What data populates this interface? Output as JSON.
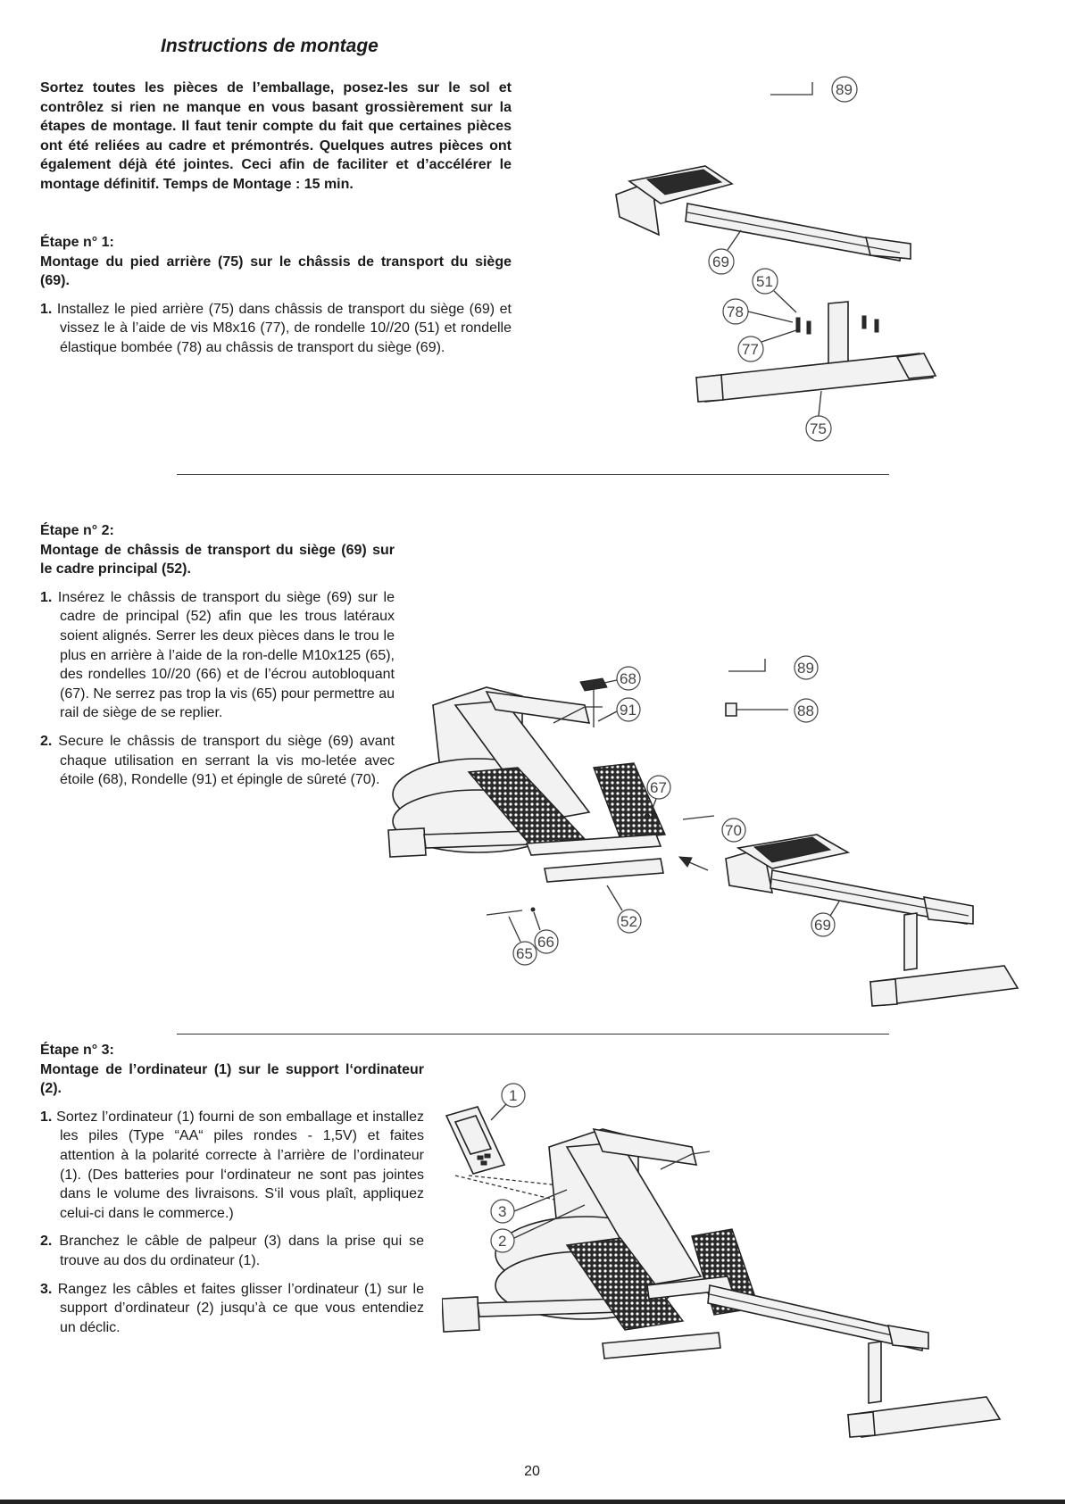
{
  "page": {
    "title": "Instructions de montage",
    "intro": "Sortez toutes les pièces de l’emballage, posez-les sur le sol et contrôlez si rien ne manque en vous basant grossièrement sur la étapes de montage. Il faut tenir compte du fait que certaines pièces ont été reliées au cadre et prémontrés. Quelques autres pièces ont également déjà été jointes. Ceci afin de faciliter et d’accélérer le montage définitif. Temps de Montage : 15 min.",
    "page_number": "20"
  },
  "steps": [
    {
      "title": "Étape n° 1:",
      "subtitle": "Montage du pied arrière (75) sur le châssis de transport du siège (69).",
      "items": [
        {
          "num": "1.",
          "text": "Installez le pied arrière (75) dans châssis de transport du siège (69) et vissez le à l’aide de vis M8x16 (77), de rondelle 10//20 (51) et rondelle élastique bombée (78) au châssis de transport du siège (69)."
        }
      ],
      "callouts": [
        "89",
        "69",
        "51",
        "78",
        "77",
        "75"
      ]
    },
    {
      "title": "Étape n° 2:",
      "subtitle": "Montage de châssis de transport du siège (69) sur le cadre principal (52).",
      "items": [
        {
          "num": "1.",
          "text": "Insérez le châssis de transport du siège (69) sur le cadre de principal (52) afin que les trous latéraux soient alignés. Serrer les deux pièces dans le trou le plus en arrière à l’aide de la ron-delle M10x125 (65), des rondelles 10//20 (66) et de l’écrou autobloquant (67). Ne serrez pas trop la vis (65) pour permettre au rail de siège de se replier."
        },
        {
          "num": "2.",
          "text": "Secure le châssis de transport du siège (69) avant chaque utilisation en serrant la vis mo-letée avec étoile (68), Rondelle (91) et épingle de sûreté (70)."
        }
      ],
      "callouts": [
        "68",
        "91",
        "89",
        "88",
        "67",
        "70",
        "52",
        "69",
        "65",
        "66"
      ]
    },
    {
      "title": "Étape n° 3:",
      "subtitle": "Montage de l’ordinateur (1) sur le support l‘ordinateur (2).",
      "items": [
        {
          "num": "1.",
          "text": "Sortez l’ordinateur (1) fourni de son emballage et installez les piles (Type “AA“ piles rondes - 1,5V) et faites attention à la polarité correcte à l’arrière de l’ordinateur (1). (Des batteries pour l‘ordinateur ne sont pas jointes dans le volume des livraisons. S‘il vous plaît, appliquez celui-ci dans le commerce.)"
        },
        {
          "num": "2.",
          "text": "Branchez le câble de palpeur (3) dans la prise qui se trouve au dos du ordinateur (1)."
        },
        {
          "num": "3.",
          "text": "Rangez les câbles et faites glisser l’ordinateur (1) sur le support d’ordinateur (2) jusqu’à ce que vous entendiez un déclic."
        }
      ],
      "callouts": [
        "1",
        "3",
        "2"
      ]
    }
  ]
}
